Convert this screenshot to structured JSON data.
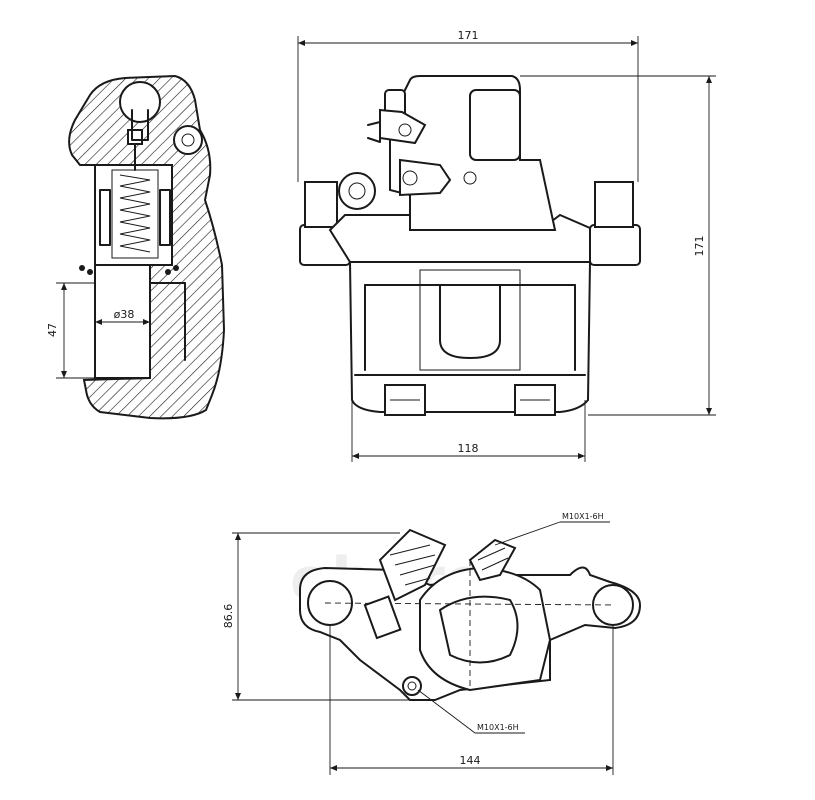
{
  "dimensions": {
    "front_width_top": "171",
    "front_height_right": "171",
    "front_width_bottom": "118",
    "section_bore_diameter": "ø38",
    "section_height": "47",
    "bottom_height": "86.6",
    "bottom_width": "144"
  },
  "thread_callouts": {
    "top": "M10X1-6H",
    "bottom": "M10X1-6H"
  },
  "watermark": "oboro"
}
